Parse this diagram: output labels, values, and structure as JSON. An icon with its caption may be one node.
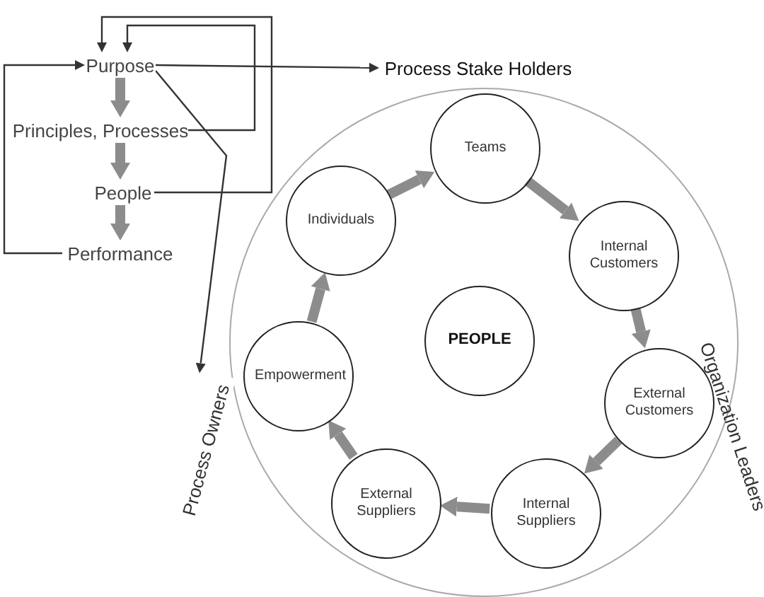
{
  "diagram": {
    "nodes": [
      {
        "text": [
          "Purpose"
        ]
      },
      {
        "text": [
          "Principles, Processes"
        ]
      },
      {
        "text": [
          "People"
        ]
      },
      {
        "text": [
          "Performance"
        ]
      },
      {
        "text": [
          "Process Stake Holders"
        ]
      },
      {
        "text": [],
        "shape": "circle"
      },
      {
        "text": [
          "Teams"
        ],
        "in": 5
      },
      {
        "text": [
          "Individuals"
        ],
        "in": 5
      },
      {
        "text": [
          "Internal Customers"
        ],
        "in": 5
      },
      {
        "text": [
          "PEOPLE"
        ],
        "in": 5
      },
      {
        "text": [
          "Empowerment"
        ],
        "in": 5
      },
      {
        "text": [
          "External Customers"
        ],
        "in": 5
      },
      {
        "text": [
          "External Suppliers"
        ],
        "in": 5
      },
      {
        "text": [
          "Internal Suppliers"
        ],
        "in": 5
      },
      {
        "text": [
          "Process Owners"
        ]
      }
    ],
    "edges": [
      {
        "from": 0,
        "to": 1,
        "arrow": "to"
      },
      {
        "from": 1,
        "to": 2,
        "arrow": "to"
      },
      {
        "from": 2,
        "to": 3,
        "arrow": "to"
      },
      {
        "from": 3,
        "to": 0,
        "arrow": "to",
        "color": "#333333"
      },
      {
        "from": 1,
        "to": 0,
        "arrow": "to",
        "color": "#333333"
      },
      {
        "from": 2,
        "to": 0,
        "arrow": "to",
        "color": "#333333"
      },
      {
        "from": 0,
        "to": 4,
        "arrow": "to",
        "color": "#333333"
      },
      {
        "from": 0,
        "to": 14,
        "arrow": "to",
        "color": "#333333"
      },
      {
        "from": 7,
        "to": 6,
        "arrow": "to"
      },
      {
        "from": 6,
        "to": 8,
        "arrow": "to"
      },
      {
        "from": 8,
        "to": 11,
        "arrow": "to"
      },
      {
        "from": 11,
        "to": 13,
        "arrow": "to"
      },
      {
        "from": 13,
        "to": 12,
        "arrow": "to"
      },
      {
        "from": 12,
        "to": 10,
        "arrow": "to"
      },
      {
        "from": 10,
        "to": 7,
        "arrow": "to"
      }
    ],
    "labels": [
      "Organization Leaders"
    ]
  }
}
